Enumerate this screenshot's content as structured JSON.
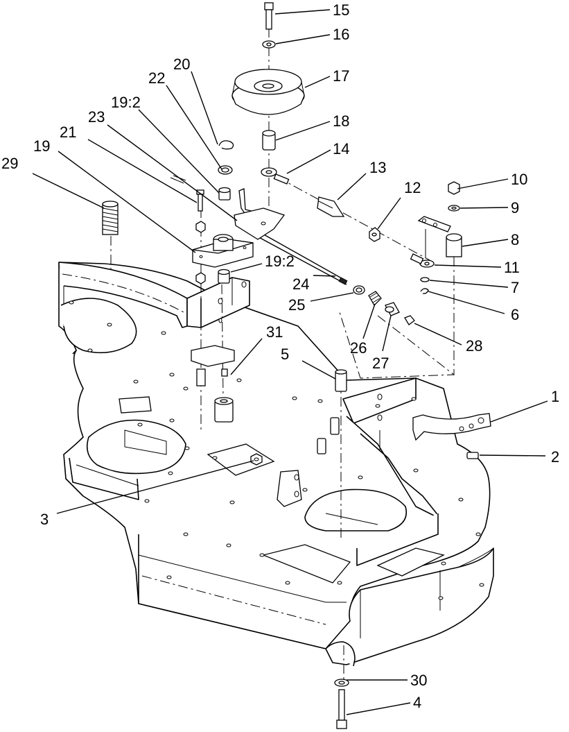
{
  "callouts": {
    "c1": "1",
    "c2": "2",
    "c3": "3",
    "c4": "4",
    "c5": "5",
    "c6": "6",
    "c7": "7",
    "c8": "8",
    "c9": "9",
    "c10": "10",
    "c11": "11",
    "c12": "12",
    "c13": "13",
    "c14": "14",
    "c15": "15",
    "c16": "16",
    "c17": "17",
    "c18": "18",
    "c19": "19",
    "c19b": "19:2",
    "c19c": "19:2",
    "c20": "20",
    "c21": "21",
    "c22": "22",
    "c23": "23",
    "c24": "24",
    "c25": "25",
    "c26": "26",
    "c27": "27",
    "c28": "28",
    "c29": "29",
    "c30": "30",
    "c31": "31"
  }
}
